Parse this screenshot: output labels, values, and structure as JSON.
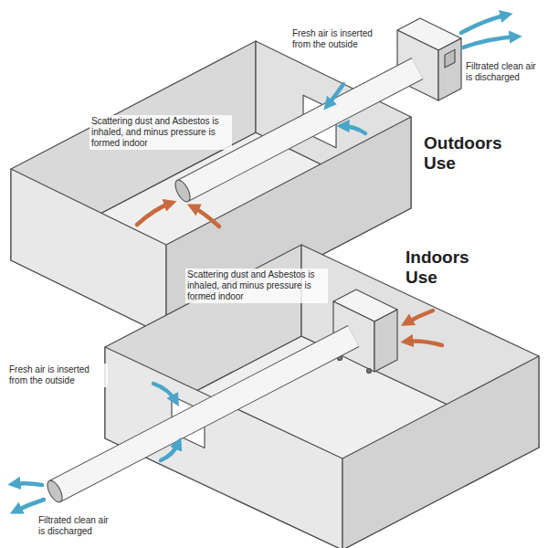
{
  "diagram": {
    "labels": [
      "Fresh air is inserted from the outside",
      "Filtrated clean air is discharged",
      "Scattering dust and Asbestos is inhaled, and minus pressure is formed indoor",
      "Outdoors Use",
      "Indoors Use",
      "Scattering dust and Asbestos is inhaled, and minus pressure is formed indoor",
      "Fresh air is inserted from the outside",
      "Filtrated clean air is discharged"
    ]
  }
}
